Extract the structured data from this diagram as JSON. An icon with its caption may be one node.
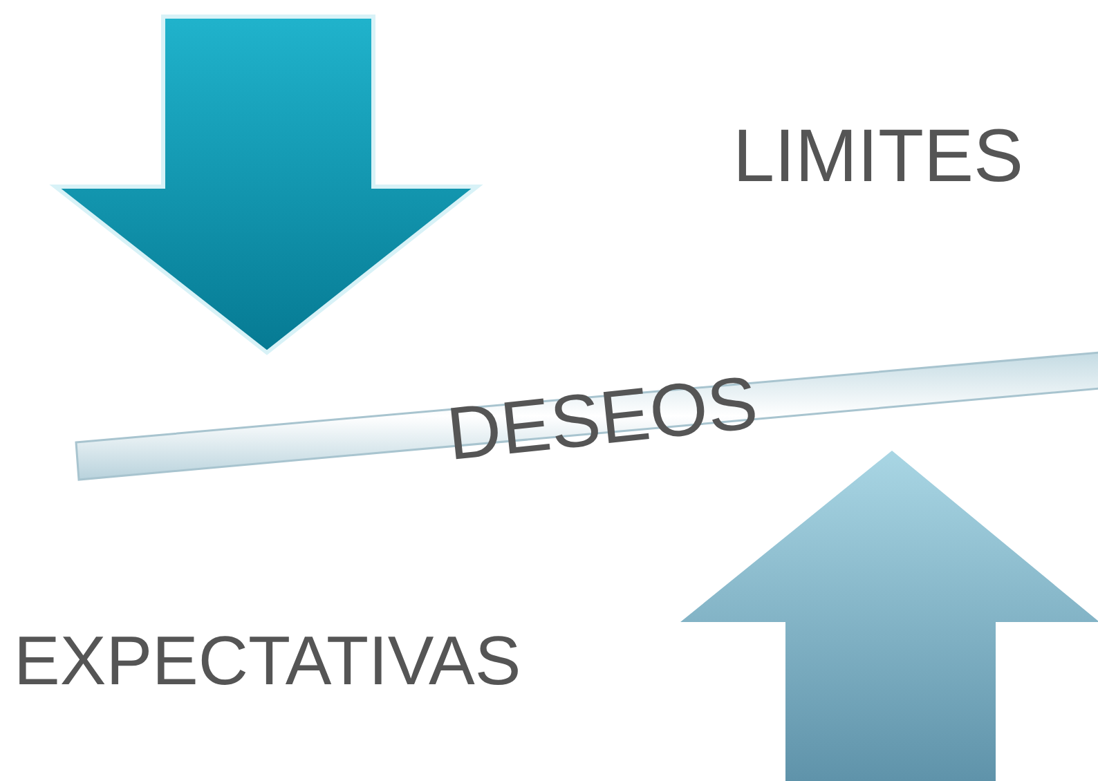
{
  "diagram": {
    "labels": [
      "LIMITES",
      "DESEOS",
      "EXPECTATIVAS"
    ]
  }
}
